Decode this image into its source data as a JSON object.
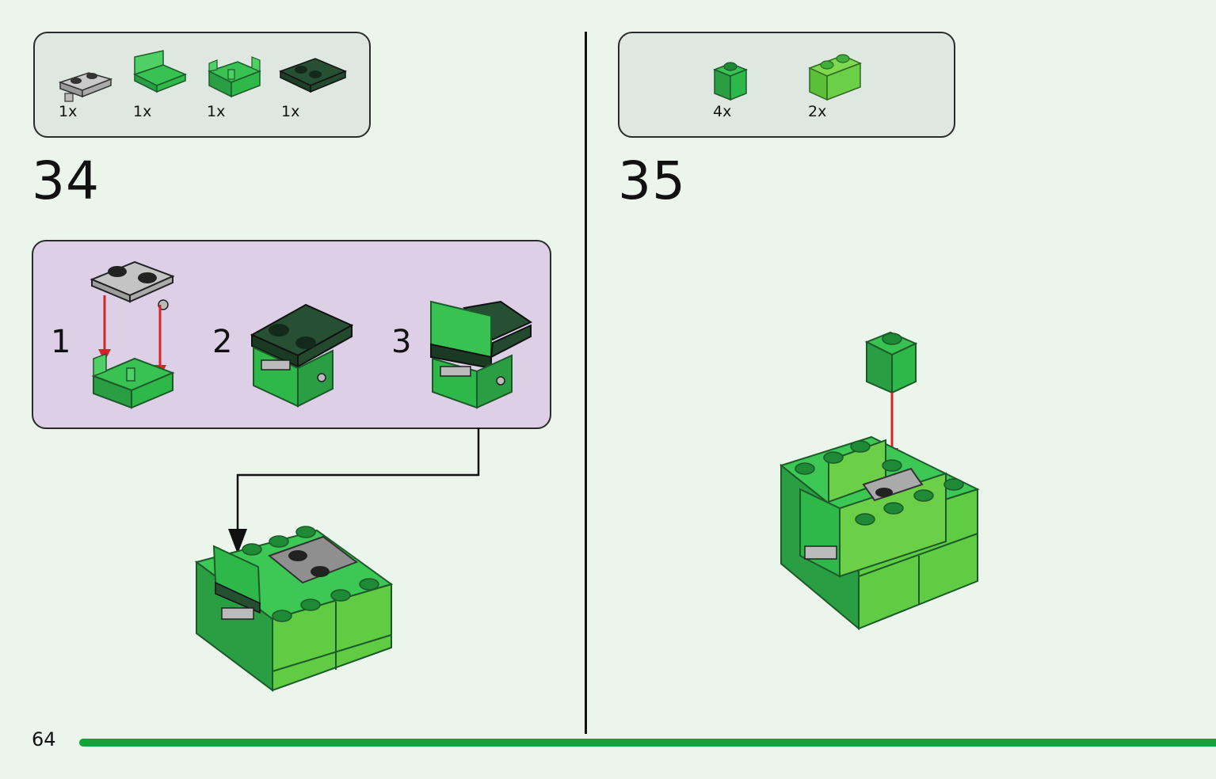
{
  "page_number": "64",
  "colors": {
    "page_bg": "#ebf5ec",
    "parts_box_bg": "#dfe8e0",
    "substep_box_bg": "#dccfe6",
    "brick_green": "#2fb84a",
    "brick_dark_green": "#244f31",
    "brick_lime": "#6ccf48",
    "plate_grey": "#b9b9b9",
    "arrow_red": "#d8232a",
    "accent_bar": "#12a43c"
  },
  "step34": {
    "number": "34",
    "parts": [
      {
        "icon": "grey-hinge-plate-icon",
        "qty": "1x"
      },
      {
        "icon": "green-bracket-icon",
        "qty": "1x"
      },
      {
        "icon": "green-hinge-icon",
        "qty": "1x"
      },
      {
        "icon": "dark-green-plate-icon",
        "qty": "1x"
      }
    ],
    "substeps": [
      {
        "label": "1"
      },
      {
        "label": "2"
      },
      {
        "label": "3"
      }
    ]
  },
  "step35": {
    "number": "35",
    "parts": [
      {
        "icon": "green-1x1-brick-icon",
        "qty": "4x"
      },
      {
        "icon": "lime-1x2-brick-icon",
        "qty": "2x"
      }
    ]
  }
}
